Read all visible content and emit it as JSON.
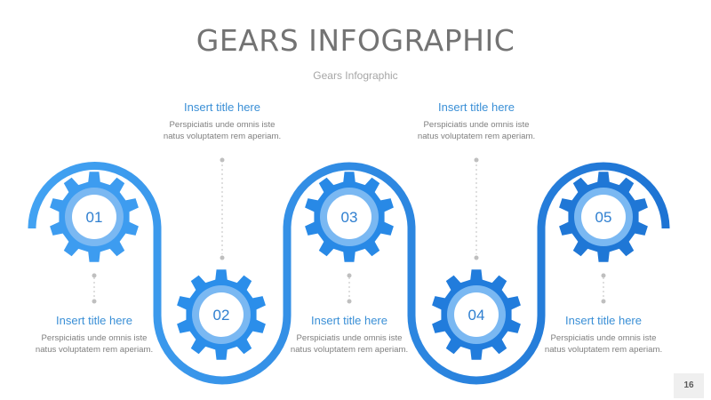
{
  "slide": {
    "title": "GEARS INFOGRAPHIC",
    "subtitle": "Gears Infographic",
    "page_number": "16"
  },
  "colors": {
    "gear_1": "#3d9cf0",
    "gear_2": "#2b8eea",
    "gear_3": "#2889e6",
    "gear_4": "#217cdc",
    "gear_5": "#1f77d6",
    "inner_ring": "#7ab8f2",
    "heading": "#3a8fd6",
    "connector": "#bfbfbf"
  },
  "steps": [
    {
      "number": "01",
      "title": "Insert title here",
      "text": "Perspiciatis unde omnis iste natus voluptatem rem aperiam."
    },
    {
      "number": "02",
      "title": "Insert title here",
      "text": "Perspiciatis unde omnis iste natus voluptatem rem aperiam."
    },
    {
      "number": "03",
      "title": "Insert title here",
      "text": "Perspiciatis unde omnis iste natus voluptatem rem aperiam."
    },
    {
      "number": "04",
      "title": "Insert title here",
      "text": "Perspiciatis unde omnis iste natus voluptatem rem aperiam."
    },
    {
      "number": "05",
      "title": "Insert title here",
      "text": "Perspiciatis unde omnis iste natus voluptatem rem aperiam."
    }
  ]
}
